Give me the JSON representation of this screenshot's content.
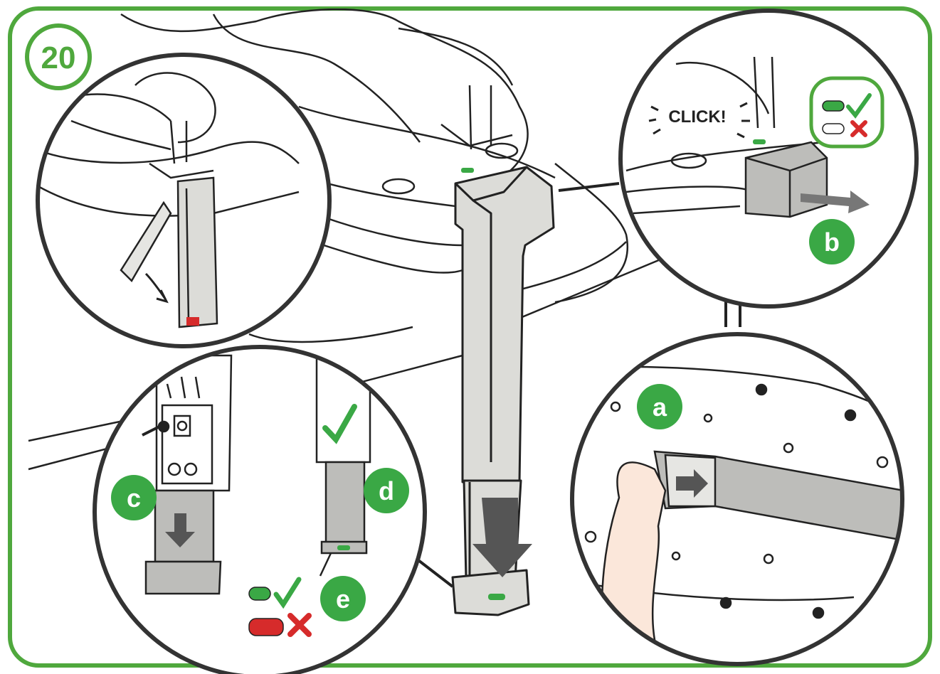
{
  "step": {
    "number": "20"
  },
  "click_text": "CLICK!",
  "labels": {
    "a": "a",
    "b": "b",
    "c": "c",
    "d": "d",
    "e": "e"
  },
  "indicator": {
    "ok_color": "#3aa845",
    "bad_color": "#d62b2b",
    "frame_color": "#4fa83d"
  },
  "icons": [
    "check-icon",
    "cross-icon",
    "arrow-down-icon",
    "arrow-right-icon"
  ]
}
